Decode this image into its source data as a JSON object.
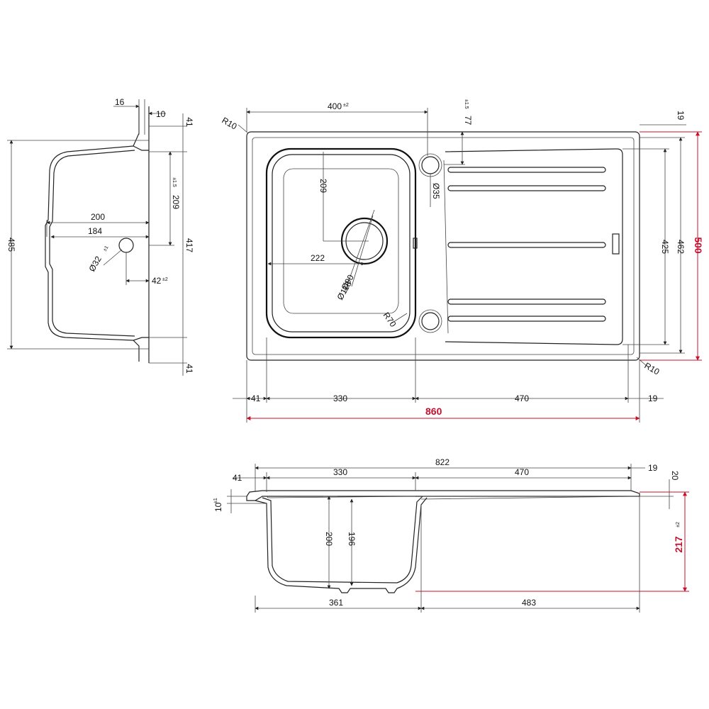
{
  "colors": {
    "line": "#222222",
    "accent": "#c8102e",
    "background": "#ffffff"
  },
  "side_view": {
    "d16": "16",
    "d10": "10",
    "d41_top": "41",
    "d41_bottom": "41",
    "d485": "485",
    "d200": "200",
    "d184": "184",
    "d209": "209",
    "d209_tol": "±1.5",
    "d417": "417",
    "d32": "Ø32",
    "d32_tol": "±1",
    "d42": "42",
    "d42_tol": "±2"
  },
  "top_view": {
    "r10_top": "R10",
    "r10_bottom": "R10",
    "d400": "400",
    "d400_tol": "±2",
    "d77": "77",
    "d77_tol": "±1.5",
    "d19_top": "19",
    "d209": "209",
    "d222": "222",
    "d90": "Ø90",
    "d118": "Ø118",
    "d35": "Ø35",
    "r70": "R70",
    "d425": "425",
    "d462": "462",
    "d500": "500",
    "d41": "41",
    "d330": "330",
    "d470": "470",
    "d19": "19",
    "d860": "860"
  },
  "front_view": {
    "d41": "41",
    "d330": "330",
    "d822": "822",
    "d470": "470",
    "d19": "19",
    "d20": "20",
    "d10": "10",
    "d10_tol": "±1",
    "d200": "200",
    "d196": "196",
    "d217": "217",
    "d217_tol": "±2",
    "d361": "361",
    "d483": "483"
  }
}
